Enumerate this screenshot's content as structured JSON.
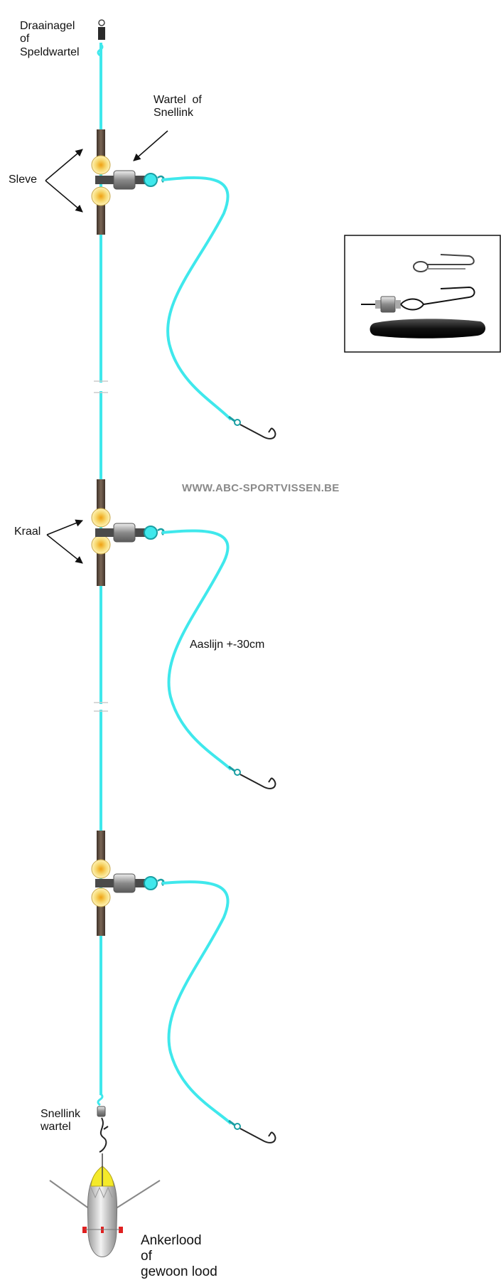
{
  "labels": {
    "draainagel": [
      "Draainagel",
      "of",
      "Speldwartel"
    ],
    "wartel_snellink": [
      "Wartel  of",
      "Snellink"
    ],
    "sleve": "Sleve",
    "kraal": "Kraal",
    "aaslijn": "Aaslijn +-30cm",
    "snellink_wartel": [
      "Snellink",
      "wartel"
    ],
    "ankerlood": [
      "Ankerlood",
      "of",
      "gewoon lood"
    ]
  },
  "watermark": "WWW.ABC-SPORTVISSEN.BE",
  "colors": {
    "line": "#3fe8ec",
    "sleeve": "#5c4a3c",
    "bead_outer": "#f3e08a",
    "bead_inner": "#f0b020",
    "swivel": "#9a9a9a",
    "lead": "#c8c8c8",
    "lead_tip": "#f4ea2a",
    "marker": "#e02020"
  },
  "icons": [
    "swivel-icon",
    "bead-icon",
    "sleeve-icon",
    "hook-icon",
    "lead-weight-icon",
    "snap-link-icon"
  ]
}
